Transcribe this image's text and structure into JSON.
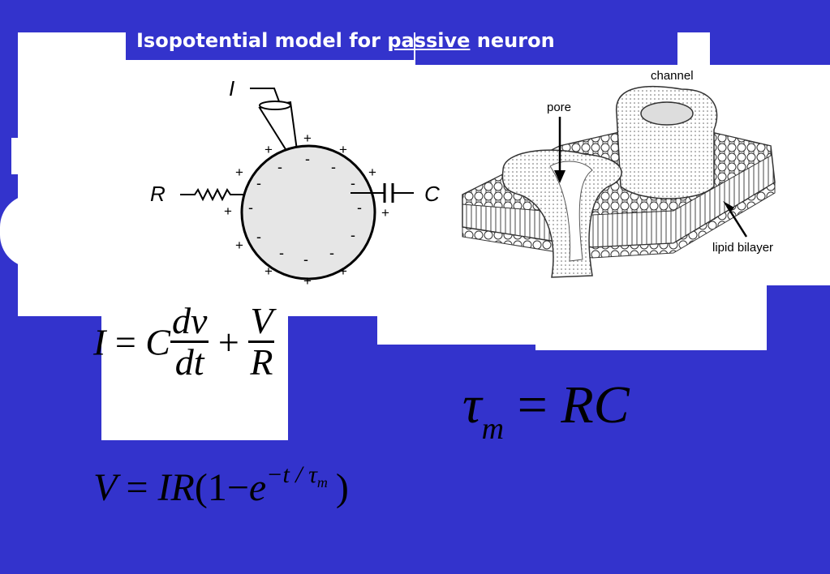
{
  "slide": {
    "title_prefix": "Isopotential model for ",
    "title_underlined": "passive",
    "title_suffix": " neuron",
    "background_color": "#3333cc"
  },
  "circuit": {
    "current_label": "I",
    "resistor_label": "R",
    "capacitor_label": "C",
    "outer_charge": "+",
    "inner_charge": "-"
  },
  "membrane": {
    "channel_label": "channel",
    "pore_label": "pore",
    "bilayer_label": "lipid bilayer"
  },
  "equations": {
    "current": {
      "lhs": "I",
      "equals": "=",
      "cap": "C",
      "num1": "dv",
      "den1": "dt",
      "plus": "+",
      "num2": "V",
      "den2": "R"
    },
    "time_constant": {
      "tau": "τ",
      "sub": "m",
      "equals": "=",
      "rhs": "RC"
    },
    "voltage": {
      "lhs": "V",
      "equals": "=",
      "ir": "IR",
      "open": "(",
      "one": "1",
      "minus": "−",
      "e": "e",
      "exp": "−t / τ",
      "exp_sub": "m",
      "close": ")"
    }
  }
}
